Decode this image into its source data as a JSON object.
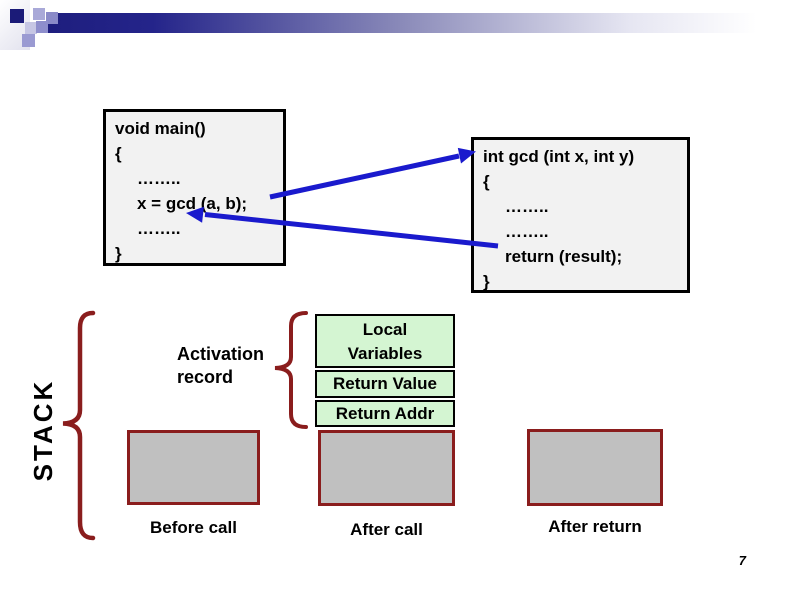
{
  "colors": {
    "banner_navy": "#1e1e7e",
    "arrow_blue": "#1a1acd",
    "maroon": "#8a1d1d",
    "cell_green": "#d4f5d2",
    "box_gray": "#c0c0c0"
  },
  "boxes": {
    "main": {
      "lines": [
        "void main()",
        "{",
        "……..",
        "x = gcd (a, b);",
        "……..",
        "}"
      ]
    },
    "gcd": {
      "lines": [
        "int gcd (int x, int y)",
        "{",
        "……..",
        "……..",
        "return (result);",
        "}"
      ]
    }
  },
  "stack": {
    "label": "STACK",
    "activation_label": "Activation\nrecord",
    "cells": [
      "Local\nVariables",
      "Return Value",
      "Return Addr"
    ],
    "captions": [
      "Before call",
      "After call",
      "After return"
    ]
  },
  "footer": {
    "page_number": "7"
  }
}
